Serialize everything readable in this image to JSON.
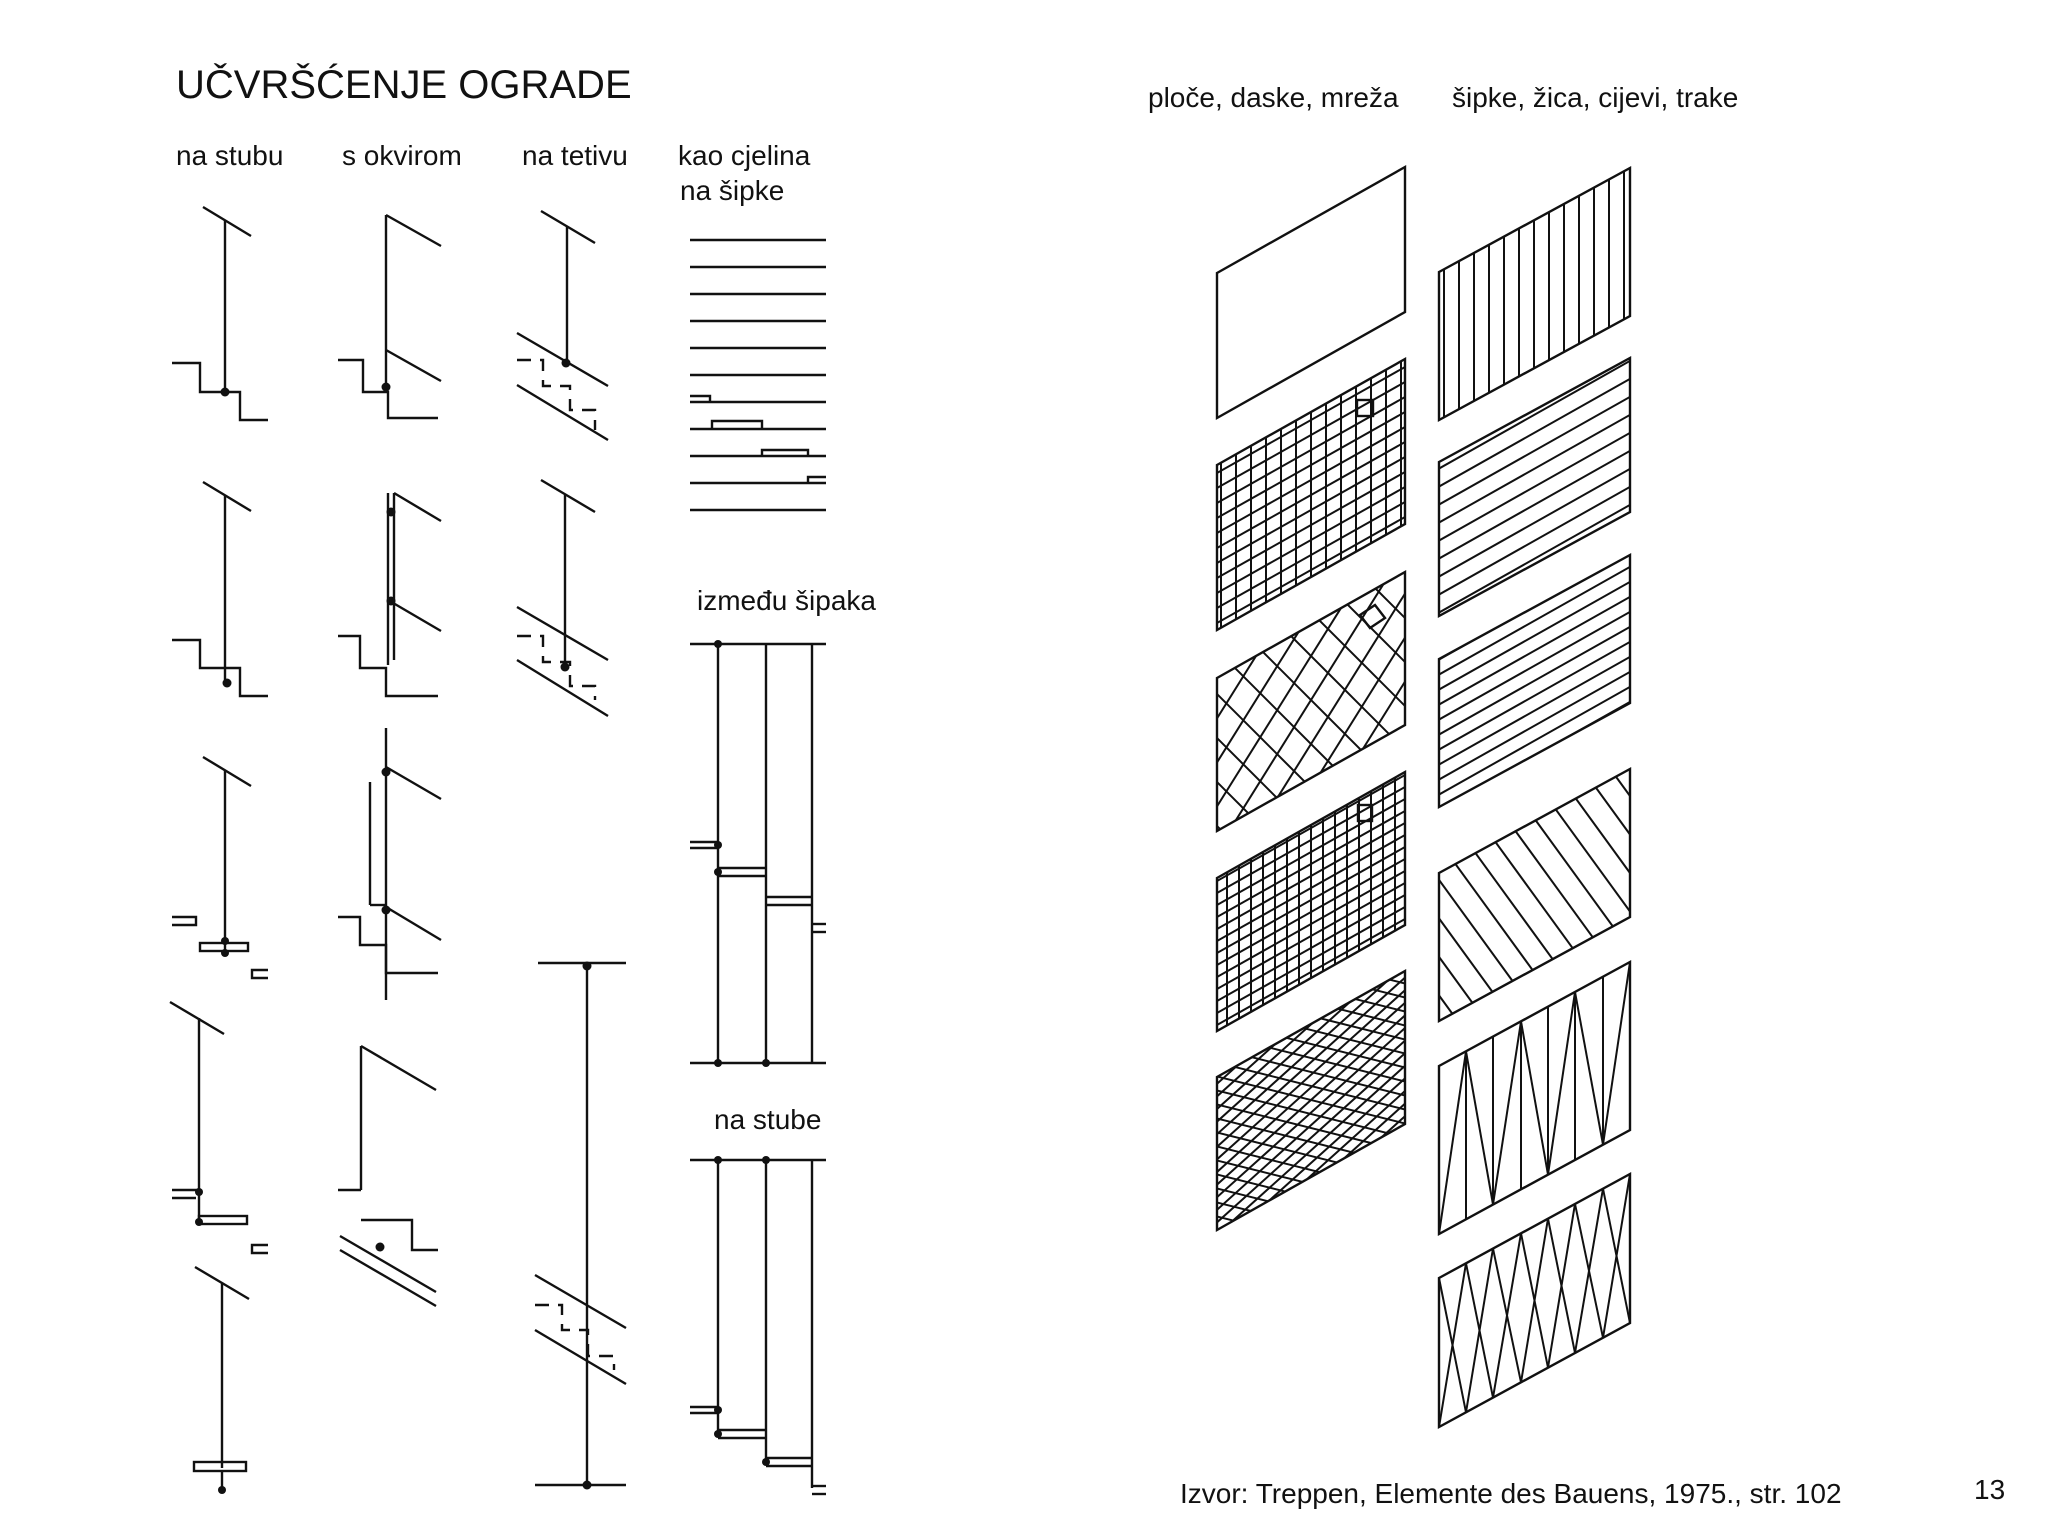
{
  "title": "UČVRŠĆENJE OGRADE",
  "columns": [
    "na stubu",
    "s okvirom",
    "na tetivu",
    "kao cjelina"
  ],
  "subheadings": {
    "na_sipke": "na šipke",
    "izmedu_sipaka": "između šipaka",
    "na_stube": "na stube"
  },
  "panel_headers": {
    "left": "ploče, daske, mreža",
    "right": "šipke, žica, cijevi, trake"
  },
  "source": "Izvor: Treppen, Elemente des Bauens, 1975., str. 102",
  "page_number": "13",
  "panels_left": [
    "plain",
    "grid",
    "rotated-grid",
    "fine-grid",
    "diamond-grid"
  ],
  "panels_right": [
    "vertical",
    "horizontal",
    "horizontal-half",
    "diagonal",
    "zigzag",
    "lattice"
  ]
}
